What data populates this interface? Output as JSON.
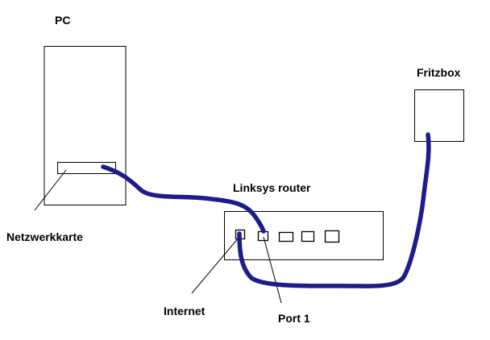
{
  "labels": {
    "pc": "PC",
    "fritzbox": "Fritzbox",
    "router": "Linksys router",
    "nic": "Netzwerkkarte",
    "internet": "Internet",
    "port1": "Port 1"
  },
  "colors": {
    "cable": "#1c1c8c",
    "outline": "#000000",
    "background": "#ffffff"
  }
}
